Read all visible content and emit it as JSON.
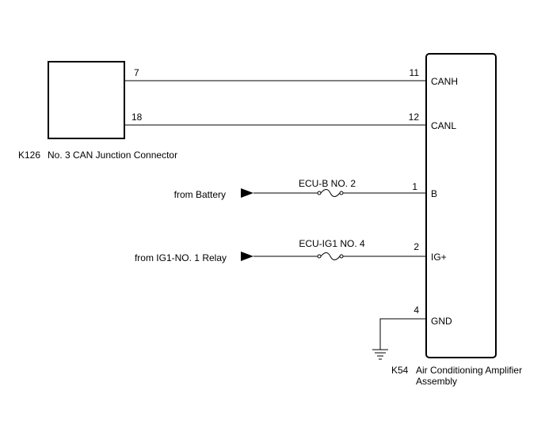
{
  "k126": {
    "code": "K126",
    "name": "No. 3 CAN Junction Connector"
  },
  "k54": {
    "code": "K54",
    "name_line1": "Air Conditioning Amplifier",
    "name_line2": "Assembly"
  },
  "wires": {
    "canh": {
      "left_pin": "7",
      "right_pin": "11",
      "label": "CANH"
    },
    "canl": {
      "left_pin": "18",
      "right_pin": "12",
      "label": "CANL"
    },
    "b": {
      "source": "from Battery",
      "fuse": "ECU-B NO. 2",
      "pin": "1",
      "label": "B"
    },
    "ig": {
      "source": "from IG1-NO. 1 Relay",
      "fuse": "ECU-IG1 NO. 4",
      "pin": "2",
      "label": "IG+"
    },
    "gnd": {
      "pin": "4",
      "label": "GND"
    }
  }
}
